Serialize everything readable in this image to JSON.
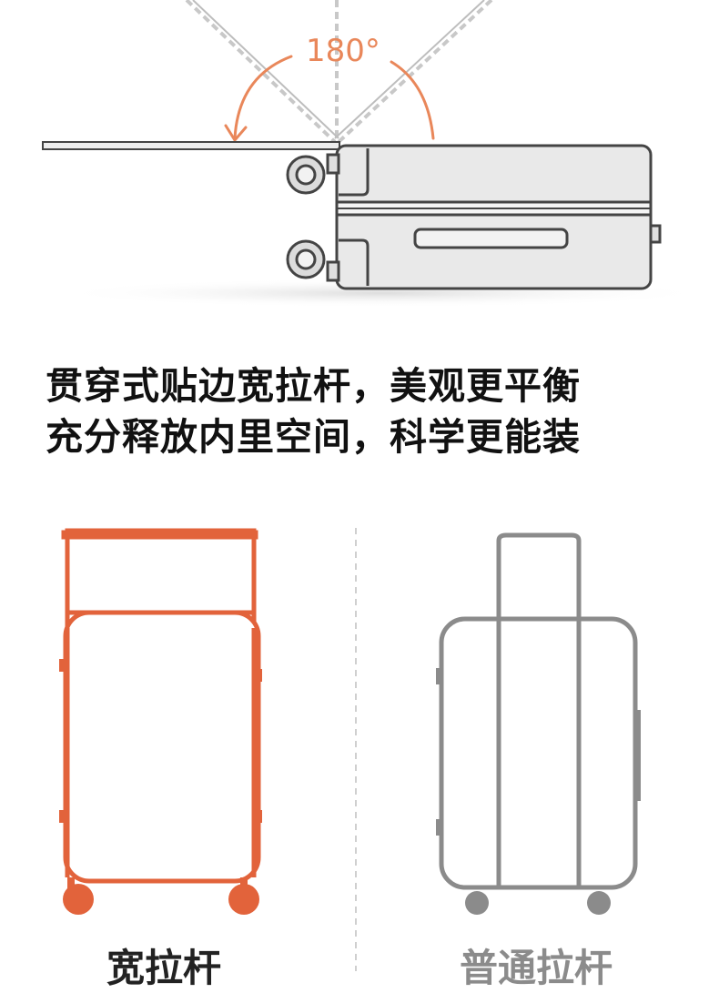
{
  "angle_label": "180°",
  "headline": {
    "line1": "贯穿式贴边宽拉杆，美观更平衡",
    "line2": "充分释放内里空间，科学更能装"
  },
  "comparison": {
    "wide": {
      "label": "宽拉杆",
      "color": "#e2633b"
    },
    "normal": {
      "label": "普通拉杆",
      "color": "#8b8b8b"
    }
  },
  "colors": {
    "accent": "#e9875a",
    "suitcase_outline": "#444444",
    "suitcase_fill": "#e8e8e8"
  }
}
